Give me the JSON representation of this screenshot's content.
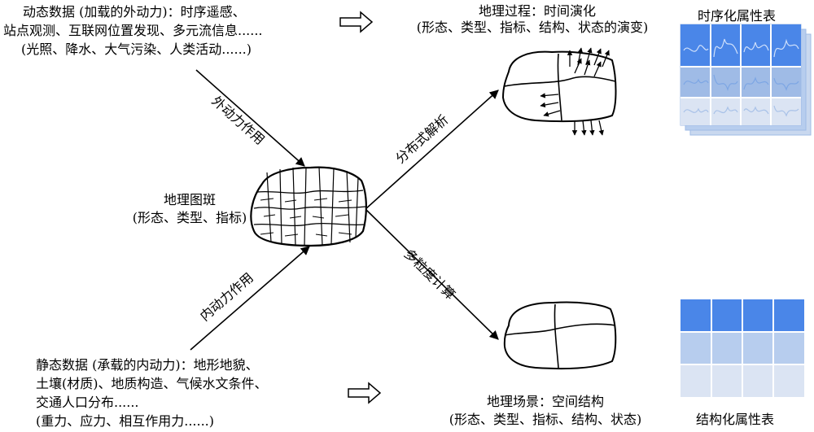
{
  "dynamic_data": {
    "line1": "动态数据 (加载的外动力)：时序遥感、",
    "line2": "站点观测、互联网位置发现、多元流信息......",
    "line3": "(光照、降水、大气污染、人类活动......)"
  },
  "static_data": {
    "line1": "静态数据 (承载的内动力)：地形地貌、",
    "line2": "土壤(材质)、地质构造、气候水文条件、",
    "line3": "交通人口分布......",
    "line4": "(重力、应力、相互作用力......)"
  },
  "center": {
    "title": "地理图斑",
    "subtitle": "(形态、类型、指标)"
  },
  "process": {
    "title": "地理过程：时间演化",
    "subtitle": "(形态、类型、指标、结构、状态的演变)"
  },
  "scene": {
    "title": "地理场景：空间结构",
    "subtitle": "(形态、类型、指标、结构、状态)"
  },
  "arrows": {
    "external_force": "外动力作用",
    "internal_force": "内动力作用",
    "distributed_analysis": "分布式解析",
    "multi_granularity": "多粒度计算"
  },
  "tables": {
    "temporal": "时序化属性表",
    "structured": "结构化属性表"
  },
  "colors": {
    "table_header": "#4a86e8",
    "table_row1": "#9fbbe6",
    "table_row2": "#dbe4f3"
  }
}
